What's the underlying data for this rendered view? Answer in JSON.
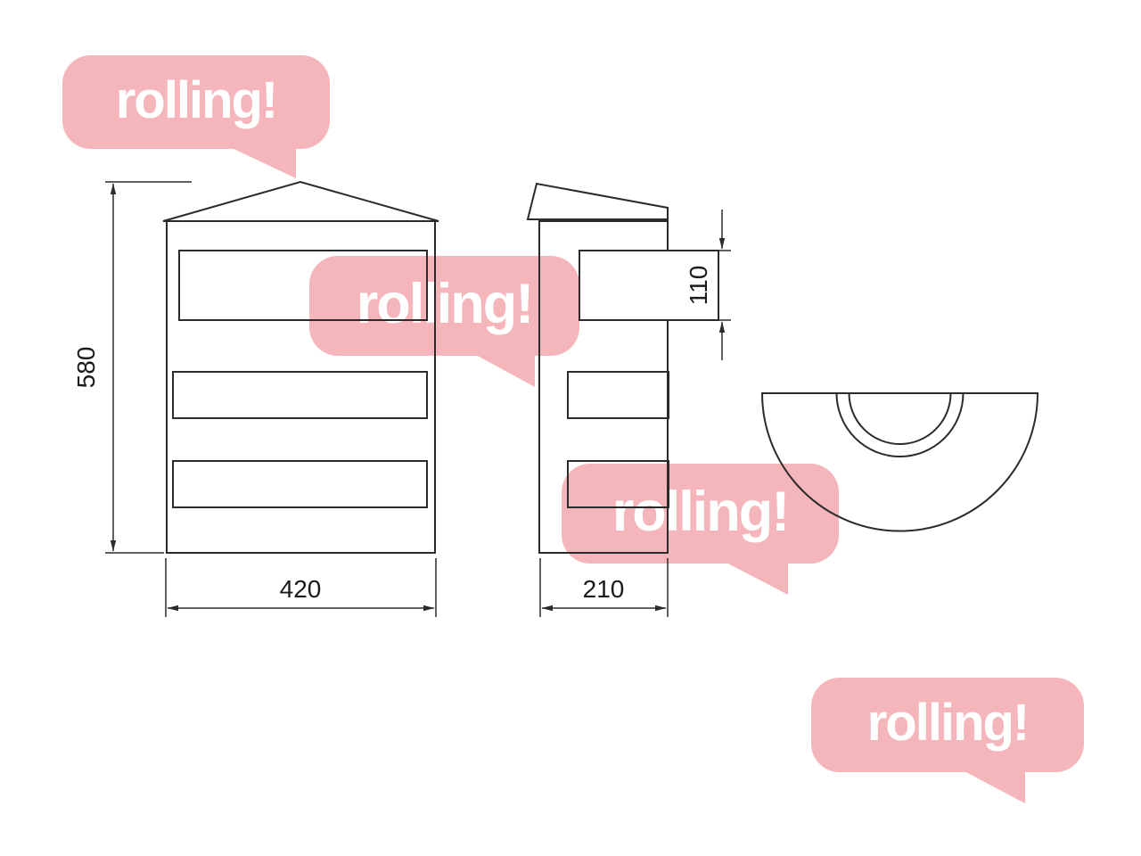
{
  "diagram": {
    "dimensions": {
      "front_height": "580",
      "front_width": "420",
      "side_depth": "210",
      "flap_height": "110"
    }
  },
  "watermarks": [
    {
      "text": "rolling!"
    },
    {
      "text": "rolling!"
    },
    {
      "text": "rolling!"
    },
    {
      "text": "rolling!"
    }
  ],
  "colors": {
    "background": "#ffffff",
    "watermark_pink": "#f4b6ba",
    "watermark_text": "#ffffff",
    "line": "#2b2b2b",
    "dimension_text": "#1a1a1a"
  }
}
